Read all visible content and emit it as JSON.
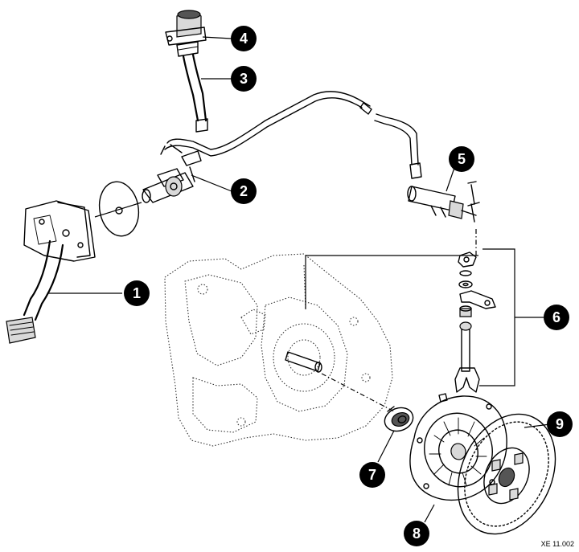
{
  "callouts": [
    {
      "id": "pedal",
      "number": "1"
    },
    {
      "id": "master-cylinder",
      "number": "2"
    },
    {
      "id": "reservoir-hose",
      "number": "3"
    },
    {
      "id": "reservoir",
      "number": "4"
    },
    {
      "id": "slave-cylinder",
      "number": "5"
    },
    {
      "id": "release-fork-group",
      "number": "6"
    },
    {
      "id": "release-bearing",
      "number": "7"
    },
    {
      "id": "pressure-plate",
      "number": "8"
    },
    {
      "id": "clutch-disc",
      "number": "9"
    }
  ],
  "reference_code": "XE 11.002",
  "colors": {
    "ink": "#000000",
    "callout_bg": "#000000",
    "callout_text": "#ffffff"
  }
}
